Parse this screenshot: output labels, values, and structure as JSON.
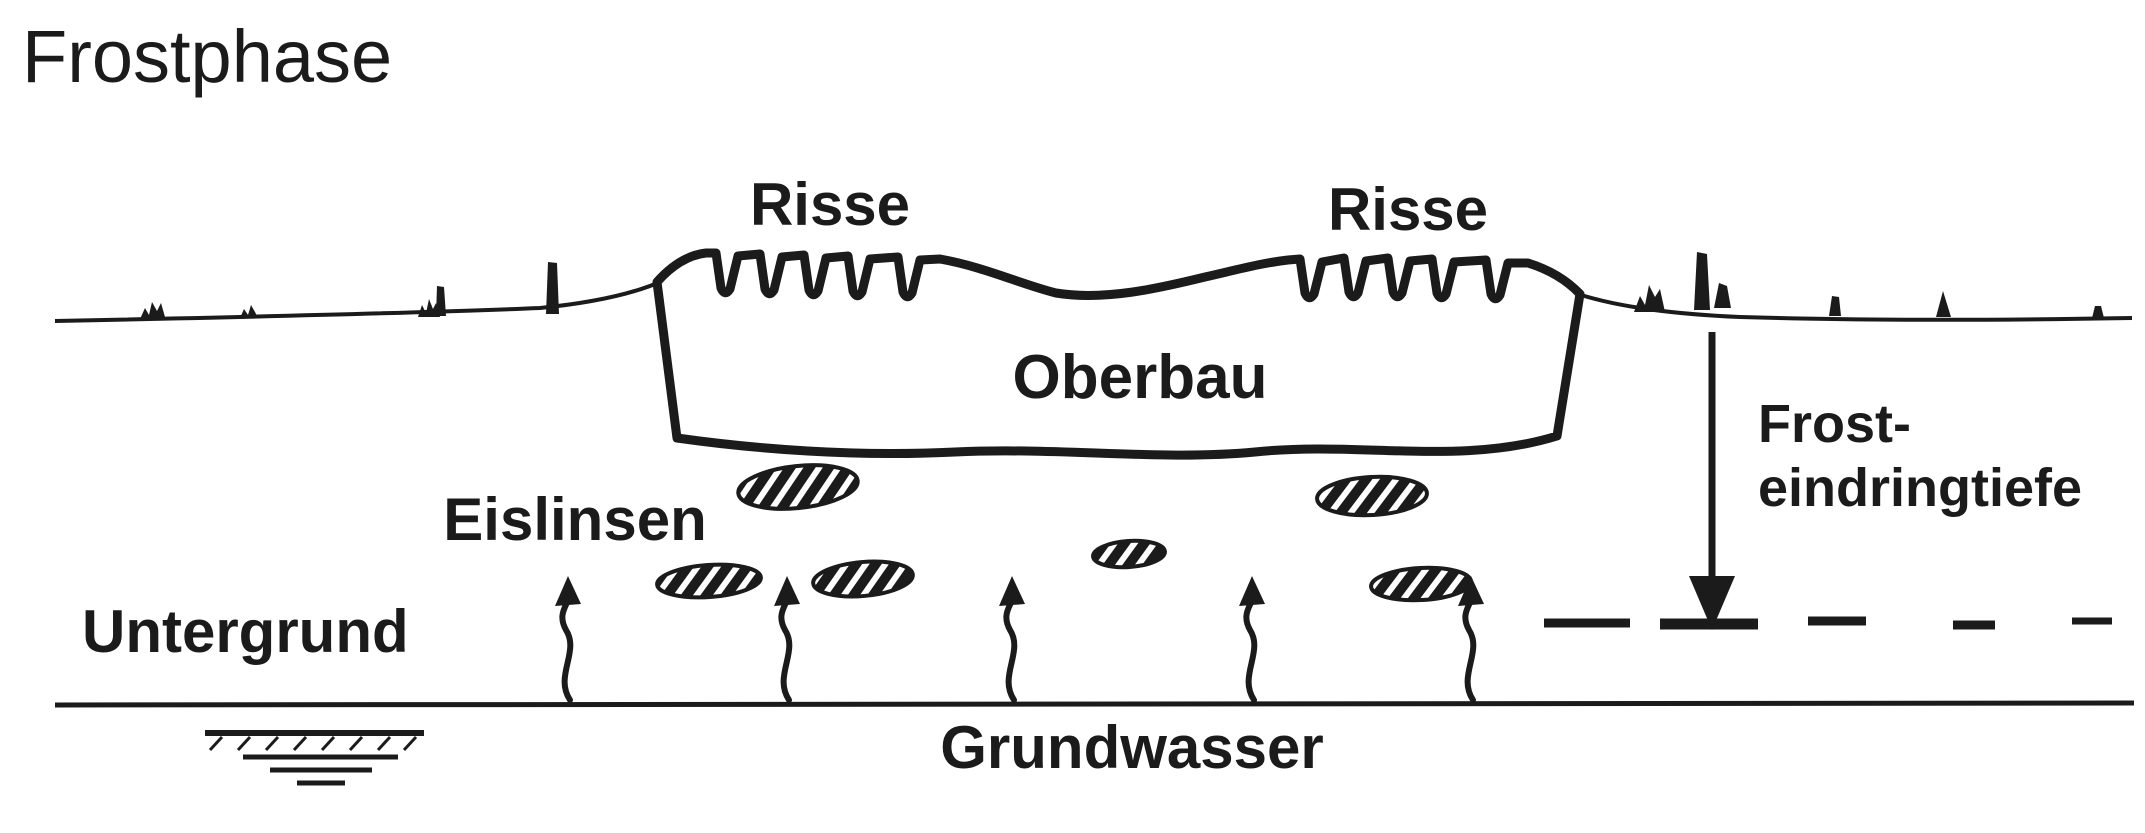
{
  "title": "Frostphase",
  "diagram": {
    "labels": {
      "risse_left": "Risse",
      "risse_right": "Risse",
      "oberbau": "Oberbau",
      "eislinsen": "Eislinsen",
      "untergrund": "Untergrund",
      "grundwasser": "Grundwasser",
      "frost_depth_line1": "Frost-",
      "frost_depth_line2": "eindringtiefe"
    },
    "colors": {
      "ink": "#1b1b1b",
      "paper": "#ffffff"
    }
  }
}
